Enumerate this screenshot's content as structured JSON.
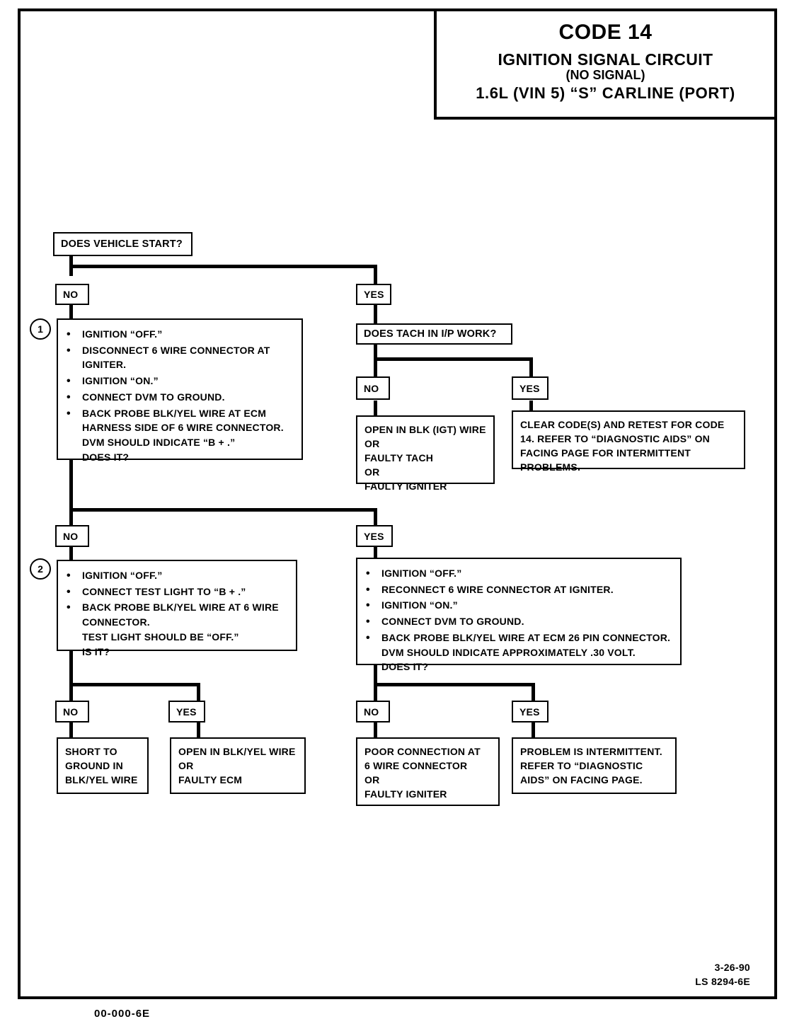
{
  "header": {
    "code": "CODE 14",
    "title": "IGNITION SIGNAL CIRCUIT",
    "subtitle": "(NO SIGNAL)",
    "engine": "1.6L  (VIN 5)  “S”  CARLINE  (PORT)"
  },
  "chart_data": {
    "type": "diagram",
    "title": "CODE 14 IGNITION SIGNAL CIRCUIT (NO SIGNAL)",
    "nodes": [
      {
        "id": "q1",
        "kind": "question",
        "text": "DOES VEHICLE START?"
      },
      {
        "id": "q1-no",
        "kind": "branch",
        "text": "NO"
      },
      {
        "id": "q1-yes",
        "kind": "branch",
        "text": "YES"
      },
      {
        "id": "step1",
        "kind": "step",
        "number": "1"
      },
      {
        "id": "q2",
        "kind": "question",
        "text": "DOES TACH IN I/P WORK?"
      },
      {
        "id": "q2-no",
        "kind": "branch",
        "text": "NO"
      },
      {
        "id": "q2-yes",
        "kind": "branch",
        "text": "YES"
      },
      {
        "id": "step2",
        "kind": "step",
        "number": "2"
      },
      {
        "id": "r-open-igt",
        "kind": "result"
      },
      {
        "id": "r-clear-codes",
        "kind": "result"
      },
      {
        "id": "r-short-ground",
        "kind": "result"
      },
      {
        "id": "r-open-blkyel",
        "kind": "result"
      },
      {
        "id": "r-poor-conn",
        "kind": "result"
      },
      {
        "id": "r-intermittent",
        "kind": "result"
      }
    ]
  },
  "flow": {
    "q_vehicle_start": "DOES VEHICLE START?",
    "q_tach": "DOES TACH IN I/P WORK?",
    "labels": {
      "no": "NO",
      "yes": "YES"
    },
    "branch_start_no": "NO",
    "branch_start_yes": "YES",
    "branch_tach_no": "NO",
    "branch_tach_yes": "YES",
    "branch_step1_no": "NO",
    "branch_step1_yes": "YES",
    "branch_step2_no": "NO",
    "branch_step2_yes": "YES",
    "branch_step3_no": "NO",
    "branch_step3_yes": "YES"
  },
  "step1": {
    "number": "1",
    "items": [
      {
        "text": "IGNITION “OFF.”",
        "bulleted": true,
        "cont": []
      },
      {
        "text": "DISCONNECT 6 WIRE CONNECTOR AT",
        "bulleted": true,
        "cont": [
          "IGNITER."
        ]
      },
      {
        "text": "IGNITION “ON.”",
        "bulleted": true,
        "cont": []
      },
      {
        "text": "CONNECT DVM TO GROUND.",
        "bulleted": true,
        "cont": []
      },
      {
        "text": "BACK PROBE BLK/YEL WIRE AT ECM",
        "bulleted": true,
        "cont": [
          "HARNESS SIDE OF 6 WIRE CONNECTOR.",
          "DVM SHOULD INDICATE “B + .”",
          "DOES IT?"
        ]
      }
    ]
  },
  "step2": {
    "number": "2",
    "items": [
      {
        "text": "IGNITION “OFF.”",
        "bulleted": true,
        "cont": []
      },
      {
        "text": "CONNECT TEST LIGHT TO “B + .”",
        "bulleted": true,
        "cont": []
      },
      {
        "text": "BACK PROBE BLK/YEL WIRE AT 6 WIRE",
        "bulleted": true,
        "cont": [
          "CONNECTOR.",
          "TEST LIGHT SHOULD BE “OFF.”",
          "IS IT?"
        ]
      }
    ]
  },
  "step3": {
    "items": [
      {
        "text": "IGNITION “OFF.”",
        "bulleted": true,
        "cont": []
      },
      {
        "text": "RECONNECT 6 WIRE CONNECTOR AT IGNITER.",
        "bulleted": true,
        "cont": []
      },
      {
        "text": "IGNITION “ON.”",
        "bulleted": true,
        "cont": []
      },
      {
        "text": "CONNECT DVM TO GROUND.",
        "bulleted": true,
        "cont": []
      },
      {
        "text": "BACK PROBE BLK/YEL WIRE AT ECM 26 PIN CONNECTOR.",
        "bulleted": true,
        "cont": [
          "DVM SHOULD INDICATE APPROXIMATELY .30 VOLT.",
          "DOES IT?"
        ]
      }
    ]
  },
  "results": {
    "open_igt_wire": "OPEN IN BLK (IGT) WIRE\nOR\nFAULTY TACH\nOR\nFAULTY IGNITER",
    "clear_codes": "CLEAR CODE(S) AND RETEST FOR CODE 14. REFER TO “DIAGNOSTIC AIDS” ON FACING PAGE FOR INTERMITTENT PROBLEMS.",
    "short_to_ground": "SHORT TO\nGROUND IN\nBLK/YEL WIRE",
    "open_blkyel": "OPEN IN BLK/YEL WIRE\nOR\nFAULTY ECM",
    "poor_connection": "POOR CONNECTION AT\n6 WIRE CONNECTOR\nOR\nFAULTY IGNITER",
    "intermittent": "PROBLEM IS INTERMITTENT.\nREFER TO “DIAGNOSTIC\nAIDS” ON FACING PAGE."
  },
  "footer": {
    "date": "3-26-90",
    "doc_id": "LS 8294-6E",
    "bottom_partial": "00-000-6E"
  }
}
